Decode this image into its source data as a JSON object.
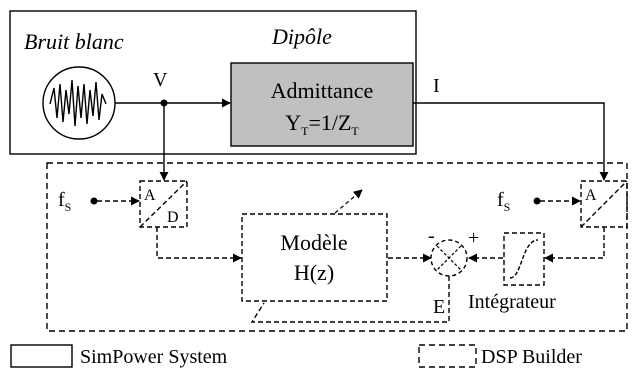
{
  "sources": {
    "noise_label": "Bruit blanc",
    "dipole_label": "Dipôle"
  },
  "signals": {
    "voltage": "V",
    "current": "I",
    "error": "E",
    "sampling_left": "f",
    "sampling_left_sub": "S",
    "sampling_right": "f",
    "sampling_right_sub": "S"
  },
  "blocks": {
    "admittance_title": "Admittance",
    "admittance_formula": {
      "y": "Y",
      "y_sub": "T",
      "eq": "=1/Z",
      "z_sub": "T"
    },
    "model_title": "Modèle",
    "model_formula": "H(z)",
    "adc_left_a": "A",
    "adc_left_d": "D",
    "adc_right_a": "A",
    "integrator_label": "Intégrateur",
    "sum_plus": "+",
    "sum_minus": "-"
  },
  "legend": {
    "simpower": "SimPower System",
    "dsp": "DSP Builder"
  },
  "colors": {
    "line": "#000000",
    "admittance_fill": "#c0c0c0",
    "background": "#ffffff"
  }
}
